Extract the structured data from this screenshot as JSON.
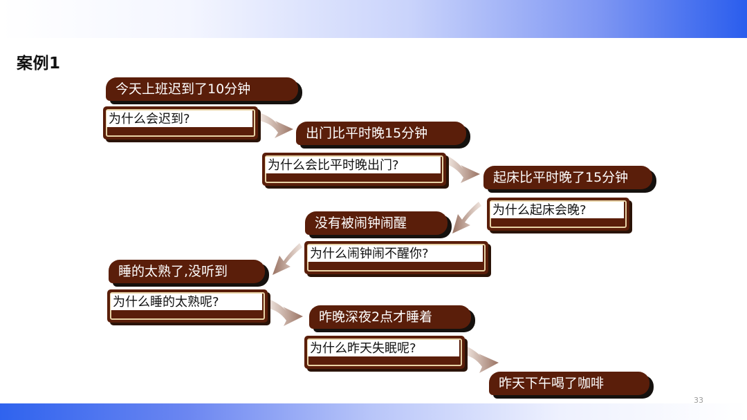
{
  "slide": {
    "title": "案例1",
    "page_number": "33"
  },
  "chain": [
    {
      "fact": "今天上班迟到了10分钟",
      "question": "为什么会迟到?"
    },
    {
      "fact": "出门比平时晚15分钟",
      "question": "为什么会比平时晚出门?"
    },
    {
      "fact": "起床比平时晚了15分钟",
      "question": "为什么起床会晚?"
    },
    {
      "fact": "没有被闹钟闹醒",
      "question": "为什么闹钟闹不醒你?"
    },
    {
      "fact": "睡的太熟了,没听到",
      "question": "为什么睡的太熟呢?"
    },
    {
      "fact": "昨晚深夜2点才睡着",
      "question": "为什么昨天失眠呢?"
    },
    {
      "fact": "昨天下午喝了咖啡"
    }
  ],
  "colors": {
    "pill": "#5a1e0a",
    "question_border": "#e8d3a6",
    "arrow": "#9a7363",
    "top_bar_accent": "#2a5ded"
  }
}
